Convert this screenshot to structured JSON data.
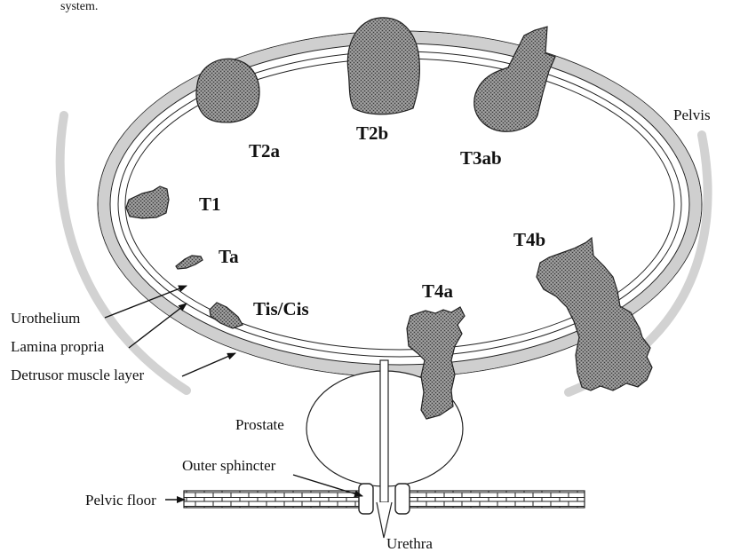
{
  "caption_fragment": "system.",
  "stages": {
    "t2a": "T2a",
    "t2b": "T2b",
    "t3ab": "T3ab",
    "t1": "T1",
    "ta": "Ta",
    "tis": "Tis/Cis",
    "t4a": "T4a",
    "t4b": "T4b"
  },
  "anatomy": {
    "pelvis": "Pelvis",
    "urothelium": "Urothelium",
    "lamina_propria": "Lamina propria",
    "detrusor": "Detrusor muscle layer",
    "prostate": "Prostate",
    "outer_sphincter": "Outer sphincter",
    "pelvic_floor": "Pelvic floor",
    "urethra": "Urethra"
  }
}
